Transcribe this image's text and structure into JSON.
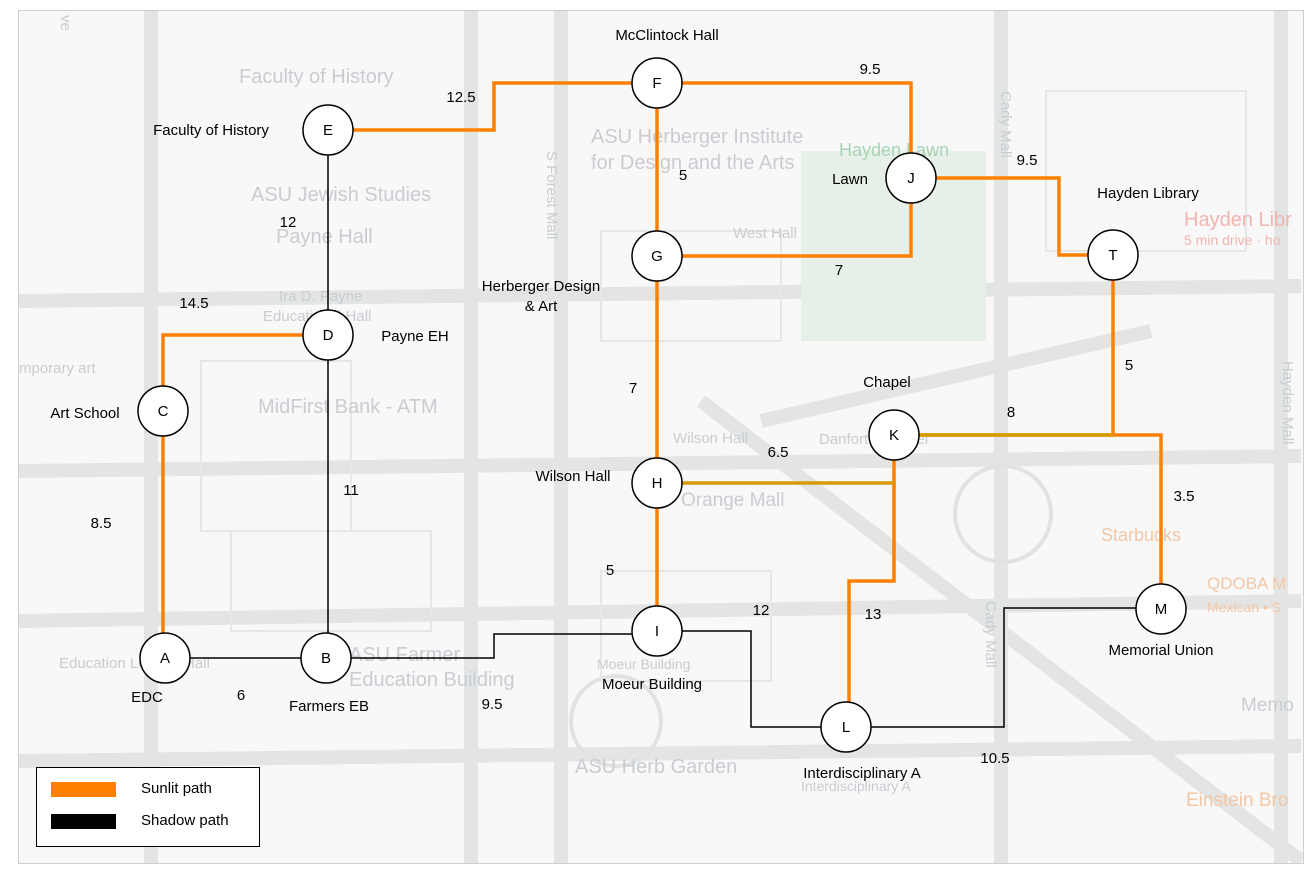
{
  "colors": {
    "sunlit": "#ff8000",
    "shadow": "#000000",
    "alt_sunlit": "#d79b00",
    "highlight_fill": "#fff2cc",
    "highlight_stroke": "#d6b656"
  },
  "background_labels": [
    {
      "text": "Faculty of History"
    },
    {
      "text": "ASU Herberger Institute"
    },
    {
      "text": "for Design and the Arts"
    },
    {
      "text": "ASU Jewish Studies"
    },
    {
      "text": "Payne Hall"
    },
    {
      "text": "Ira D. Payne"
    },
    {
      "text": "Educational Hall"
    },
    {
      "text": "MidFirst Bank - ATM"
    },
    {
      "text": "Hayden Lawn"
    },
    {
      "text": "West Hall"
    },
    {
      "text": "Wilson Hall"
    },
    {
      "text": "Orange Mall"
    },
    {
      "text": "Danforth Chapel"
    },
    {
      "text": "Starbucks"
    },
    {
      "text": "QDOBA M"
    },
    {
      "text": "Mexican • S"
    },
    {
      "text": "Hayden Libr"
    },
    {
      "text": "5 min drive · ho"
    },
    {
      "text": "ASU Farmer"
    },
    {
      "text": "Education Building"
    },
    {
      "text": "Education Lecture Hall"
    },
    {
      "text": "Moeur Building"
    },
    {
      "text": "ASU Herb Garden"
    },
    {
      "text": "Interdisciplinary A"
    },
    {
      "text": "Einstein Bro"
    },
    {
      "text": "Memo"
    },
    {
      "text": "Cady Mall"
    },
    {
      "text": "Cady Mall"
    },
    {
      "text": "Hayden Mall"
    },
    {
      "text": "S Forest Mall"
    },
    {
      "text": "mporary art"
    },
    {
      "text": "ve"
    }
  ],
  "nodes": [
    {
      "id": "A",
      "name": "EDC",
      "highlight": true
    },
    {
      "id": "B",
      "name": "Farmers EB",
      "highlight": false
    },
    {
      "id": "C",
      "name": "Art School",
      "highlight": false
    },
    {
      "id": "D",
      "name": "Payne EH",
      "highlight": false
    },
    {
      "id": "E",
      "name": "Faculty of History",
      "highlight": false
    },
    {
      "id": "F",
      "name": "McClintock Hall",
      "highlight": false
    },
    {
      "id": "G",
      "name": "Herberger Design\n& Art",
      "highlight": false
    },
    {
      "id": "H",
      "name": "Wilson Hall",
      "highlight": false
    },
    {
      "id": "I",
      "name": "Moeur Building",
      "highlight": false
    },
    {
      "id": "J",
      "name": "Lawn",
      "highlight": false
    },
    {
      "id": "K",
      "name": "Chapel",
      "highlight": false
    },
    {
      "id": "L",
      "name": "Interdisciplinary A",
      "highlight": false
    },
    {
      "id": "M",
      "name": "Memorial Union",
      "highlight": false
    },
    {
      "id": "T",
      "name": "Hayden Library",
      "highlight": true
    }
  ],
  "edges": [
    {
      "from": "A",
      "to": "C",
      "weight": "8.5",
      "type": "sunlit"
    },
    {
      "from": "C",
      "to": "D",
      "weight": "14.5",
      "type": "sunlit"
    },
    {
      "from": "E",
      "to": "F",
      "weight": "12.5",
      "type": "sunlit"
    },
    {
      "from": "F",
      "to": "J",
      "weight": "9.5",
      "type": "sunlit"
    },
    {
      "from": "F",
      "to": "G",
      "weight": "5",
      "type": "sunlit"
    },
    {
      "from": "J",
      "to": "T",
      "weight": "9.5",
      "type": "sunlit"
    },
    {
      "from": "G",
      "to": "J",
      "weight": "7",
      "type": "sunlit"
    },
    {
      "from": "G",
      "to": "H",
      "weight": "7",
      "type": "sunlit"
    },
    {
      "from": "H",
      "to": "I",
      "weight": "5",
      "type": "sunlit"
    },
    {
      "from": "T",
      "to": "M",
      "weight": "5",
      "type": "sunlit"
    },
    {
      "from": "K",
      "to": "M",
      "weight": "3.5",
      "type": "sunlit"
    },
    {
      "from": "K",
      "to": "L",
      "weight": "13",
      "type": "sunlit"
    },
    {
      "from": "K",
      "to": "T",
      "weight": "8",
      "type": "alt_sunlit"
    },
    {
      "from": "H",
      "to": "K",
      "weight": "6.5",
      "type": "alt_sunlit"
    },
    {
      "from": "A",
      "to": "B",
      "weight": "6",
      "type": "shadow"
    },
    {
      "from": "B",
      "to": "D",
      "weight": "11",
      "type": "shadow"
    },
    {
      "from": "D",
      "to": "E",
      "weight": "12",
      "type": "shadow"
    },
    {
      "from": "B",
      "to": "I",
      "weight": "9.5",
      "type": "shadow"
    },
    {
      "from": "I",
      "to": "L",
      "weight": "12",
      "type": "shadow"
    },
    {
      "from": "L",
      "to": "M",
      "weight": "10.5",
      "type": "shadow"
    }
  ],
  "legend": [
    {
      "label": "Sunlit path",
      "type": "sunlit"
    },
    {
      "label": "Shadow path",
      "type": "shadow"
    }
  ]
}
